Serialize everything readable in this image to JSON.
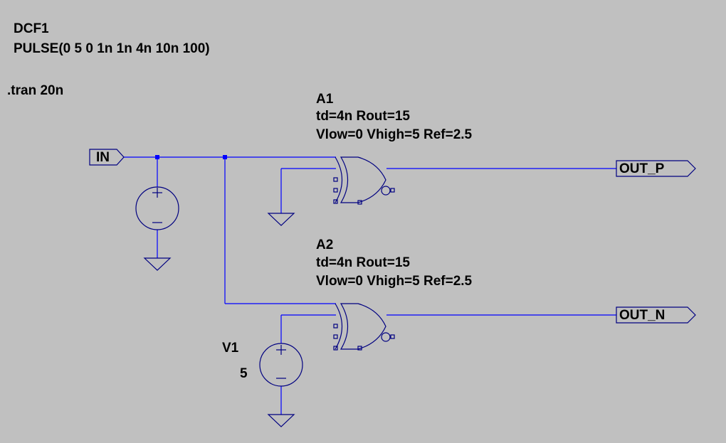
{
  "source": {
    "model_name": "DCF1",
    "model_value": "PULSE(0 5 0 1n 1n 4n 10n 100)"
  },
  "directive": ".tran 20n",
  "gates": [
    {
      "name": "A1",
      "params_line1": "td=4n Rout=15",
      "params_line2": "Vlow=0 Vhigh=5 Ref=2.5"
    },
    {
      "name": "A2",
      "params_line1": "td=4n Rout=15",
      "params_line2": "Vlow=0 Vhigh=5 Ref=2.5"
    }
  ],
  "supply": {
    "name": "V1",
    "value": "5"
  },
  "net_labels": {
    "input": "IN",
    "out_p": "OUT_P",
    "out_n": "OUT_N"
  },
  "colors": {
    "background": "#c0c0c0",
    "wire": "#0000ff",
    "component": "#000080",
    "text": "#000000"
  }
}
